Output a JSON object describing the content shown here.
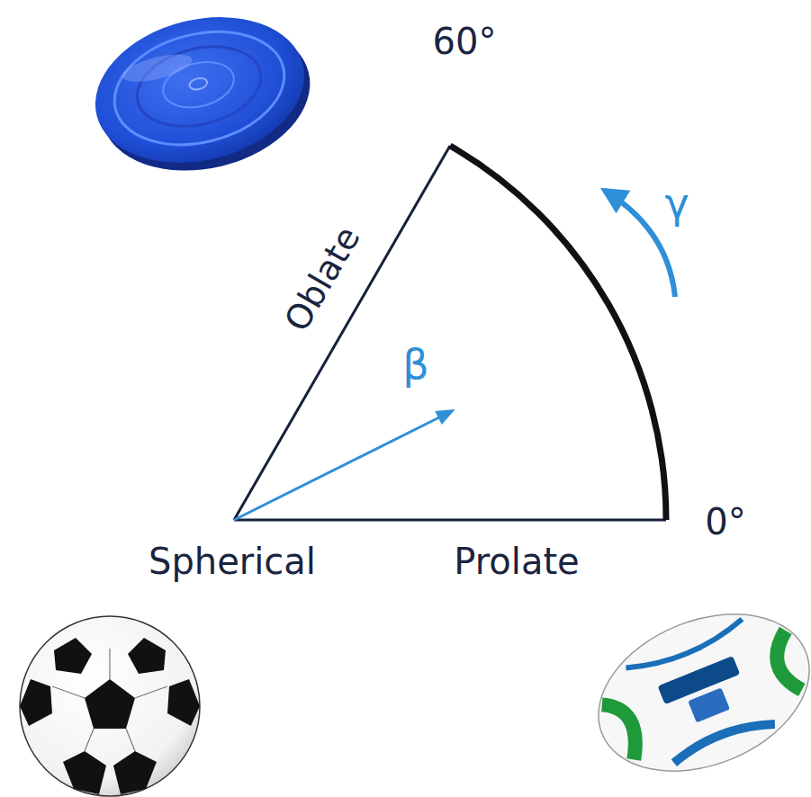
{
  "diagram": {
    "labels": [
      "60°",
      "γ",
      "Oblate",
      "β",
      "Spherical",
      "Prolate",
      "0°"
    ]
  }
}
